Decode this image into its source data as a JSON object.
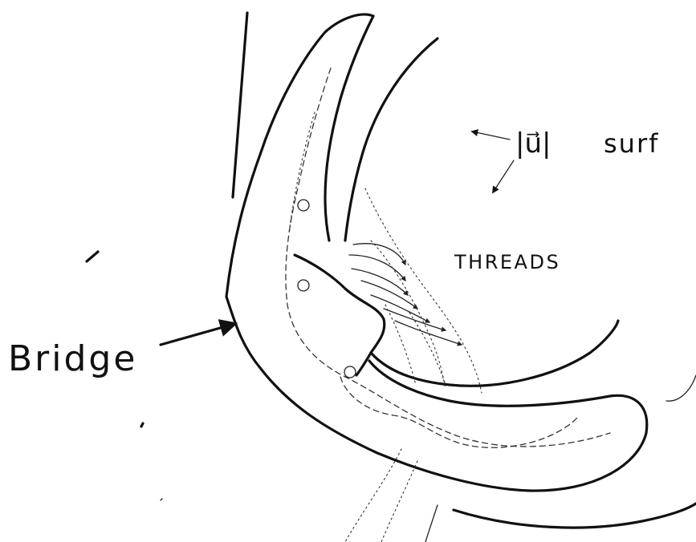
{
  "labels": {
    "bridge": "Bridge",
    "threads": "THREADS",
    "velocity_symbol": "|u⃗|",
    "surface_fragment": "surf"
  }
}
